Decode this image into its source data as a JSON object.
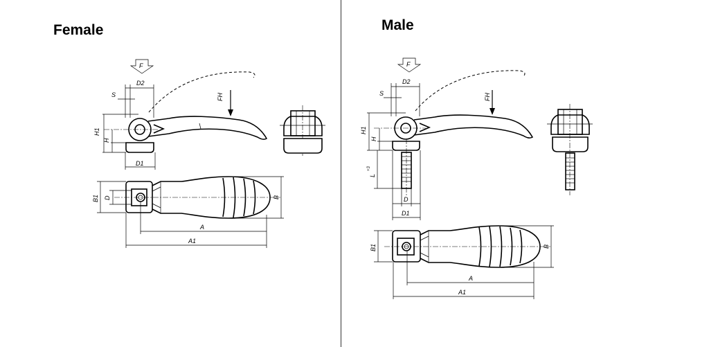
{
  "headings": {
    "female": "Female",
    "male": "Male"
  },
  "labels": {
    "force": "F",
    "hand_force": "FH",
    "s": "S",
    "d2": "D2",
    "h1": "H1",
    "h": "H",
    "d1": "D1",
    "b1": "B1",
    "d": "D",
    "b": "B",
    "a": "A",
    "a1": "A1",
    "l": "L",
    "l_tol": "+3"
  }
}
